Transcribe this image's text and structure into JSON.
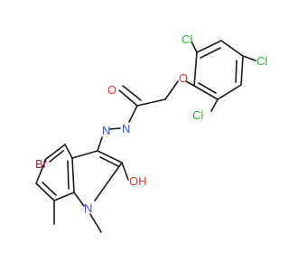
{
  "colors": {
    "bond": "#1a1a1a",
    "carbon": "#1a1a1a",
    "oxygen": "#e8352b",
    "nitrogen": "#3050f8",
    "chlorine": "#2db82d",
    "bromine": "#a62929"
  },
  "atoms": {
    "cl_top": "Cl",
    "cl_right": "Cl",
    "cl_bottom": "Cl",
    "o_ether": "O",
    "o_carbonyl": "O",
    "n_hydrazone_1": "N",
    "n_hydrazone_2": "N",
    "n_indole": "N",
    "br": "Br",
    "o_hydroxy": "OH"
  }
}
